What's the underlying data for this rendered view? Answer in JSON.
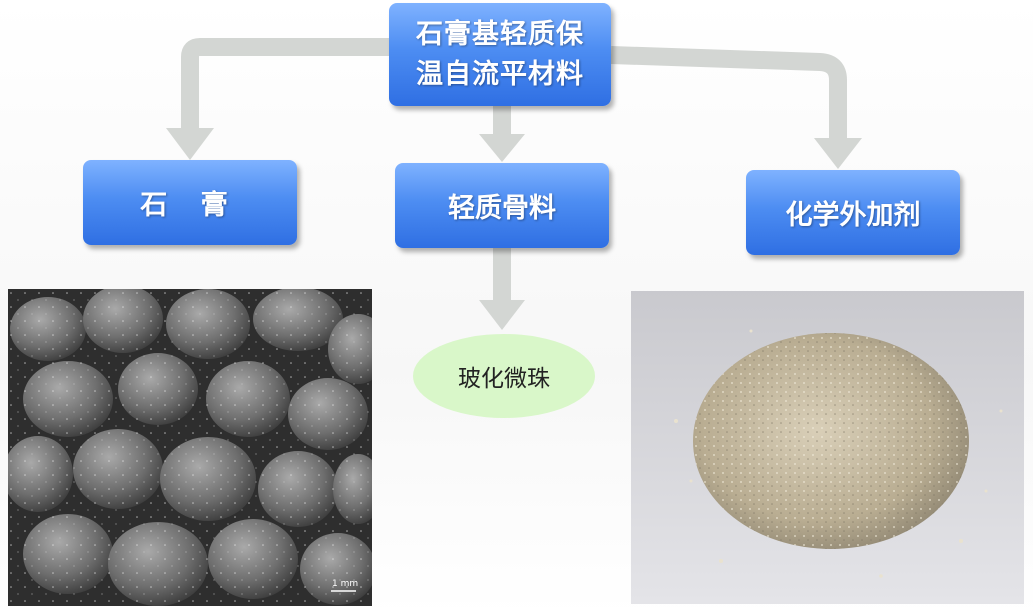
{
  "diagram": {
    "root": {
      "line1": "石膏基轻质保",
      "line2": "温自流平材料"
    },
    "children": [
      {
        "label": "石 膏"
      },
      {
        "label": "轻质骨料"
      },
      {
        "label": "化学外加剂"
      }
    ],
    "sub": {
      "label": "玻化微珠"
    },
    "photos": {
      "gypsum_scale": "1 mm"
    },
    "colors": {
      "box_top": "#7fb2ff",
      "box_bottom": "#2f6fe3",
      "arrow": "#d3d6d3",
      "ellipse": "#d9f7c9"
    }
  }
}
